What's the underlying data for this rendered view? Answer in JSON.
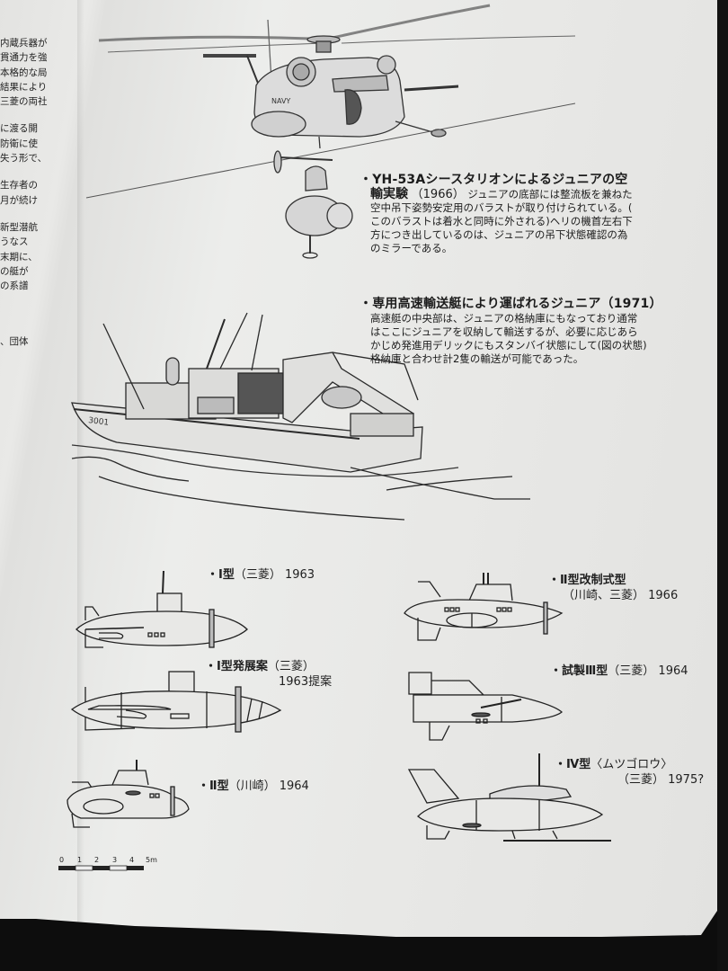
{
  "left_column": {
    "lines": [
      "内蔵兵器が",
      "貫通力を強",
      "本格的な局",
      "結果により",
      "三菱の両社",
      "",
      "に渡る開",
      "防衛に使",
      "失う形で、",
      "",
      "生存者の",
      "月が続け",
      "",
      "新型潜航",
      "うなス",
      "末期に、",
      "の艇が",
      "の系譜",
      "",
      "",
      "、団体"
    ]
  },
  "captions": {
    "helicopter": {
      "title_line1": "・YH-53Aシースタリオンによるジュニアの空",
      "title_line2": "輸実験",
      "year": "（1966）",
      "body_line1": "ジュニアの底部には整流板を兼ねた",
      "body_line2": "空中吊下姿勢安定用のバラストが取り付けられている。(",
      "body_line3": "このバラストは着水と同時に外される)ヘリの機首左右下",
      "body_line4": "方につき出しているのは、ジュニアの吊下状態確認の為",
      "body_line5": "のミラーである。"
    },
    "boat": {
      "title": "・専用高速輸送艇により運ばれるジュニア（1971）",
      "body_line1": "高速艇の中央部は、ジュニアの格納庫にもなっており通常",
      "body_line2": "はここにジュニアを収納して輸送するが、必要に応じあら",
      "body_line3": "かじめ発進用デリックにもスタンバイ状態にして(図の状態)",
      "body_line4": "格納庫と合わせ計2隻の輸送が可能であった。"
    }
  },
  "submarines": [
    {
      "name": "・Ⅰ型",
      "detail": "（三菱） 1963",
      "line2": ""
    },
    {
      "name": "・Ⅰ型発展案",
      "detail": "（三菱）",
      "line2": "1963提案"
    },
    {
      "name": "・Ⅱ型",
      "detail": "（川崎） 1964",
      "line2": ""
    },
    {
      "name": "・Ⅱ型改制式型",
      "detail": "",
      "line2": "（川崎、三菱） 1966"
    },
    {
      "name": "・試製Ⅲ型",
      "detail": "（三菱） 1964",
      "line2": ""
    },
    {
      "name": "・Ⅳ型",
      "detail": "〈ムツゴロウ〉",
      "line2": "（三菱） 1975?"
    }
  ],
  "scale_bar": {
    "ticks": [
      "0",
      "1",
      "2",
      "3",
      "4",
      "5m"
    ]
  },
  "colors": {
    "paper": "#e8e8e6",
    "ink": "#1c1c1c",
    "background": "#0d0d0d"
  }
}
